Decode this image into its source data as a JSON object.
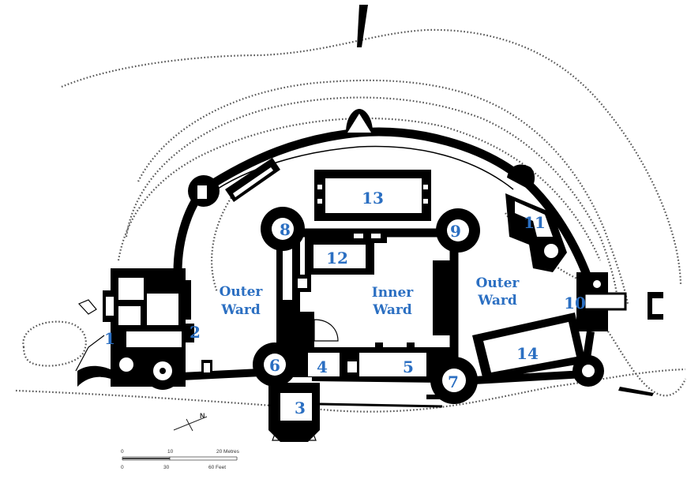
{
  "labels": {
    "n1": "1",
    "n2": "2",
    "n3": "3",
    "n4": "4",
    "n5": "5",
    "n6": "6",
    "n7": "7",
    "n8": "8",
    "n9": "9",
    "n10": "10",
    "n11": "11",
    "n12": "12",
    "n13": "13",
    "n14": "14"
  },
  "wards": {
    "outer_left": [
      "Outer",
      "Ward"
    ],
    "inner": [
      "Inner",
      "Ward"
    ],
    "outer_right": [
      "Outer",
      "Ward"
    ]
  },
  "scale": {
    "metres": [
      "0",
      "10",
      "20 Metres"
    ],
    "feet": [
      "0",
      "30",
      "60 Feet"
    ]
  },
  "north_letter": "N",
  "colors": {
    "labels": "#2b6fc2",
    "walls": "#000000",
    "earthworks": "#555555"
  }
}
